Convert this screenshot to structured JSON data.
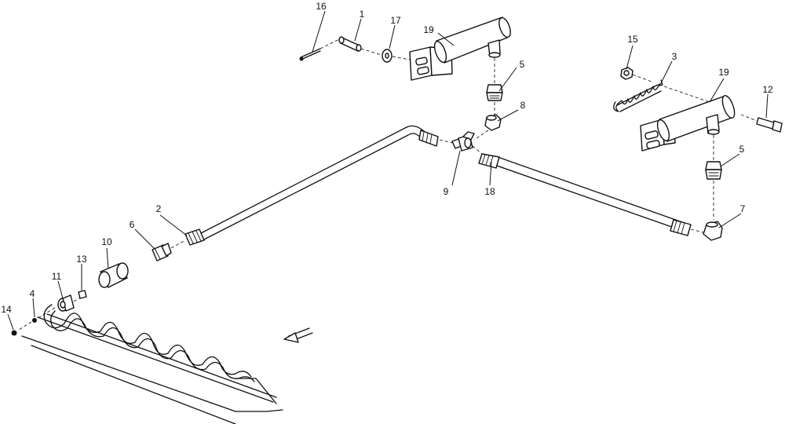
{
  "callouts": {
    "c1": "1",
    "c2": "2",
    "c3": "3",
    "c4": "4",
    "c5a": "5",
    "c5b": "5",
    "c6": "6",
    "c7": "7",
    "c8": "8",
    "c9": "9",
    "c10": "10",
    "c11": "11",
    "c12": "12",
    "c13": "13",
    "c14": "14",
    "c15": "15",
    "c16": "16",
    "c17": "17",
    "c18": "18",
    "c19a": "19",
    "c19b": "19"
  },
  "icons": {
    "direction_arrow": "arrow-down-left-icon"
  },
  "colors": {
    "ink": "#111111",
    "paper": "#ffffff"
  }
}
